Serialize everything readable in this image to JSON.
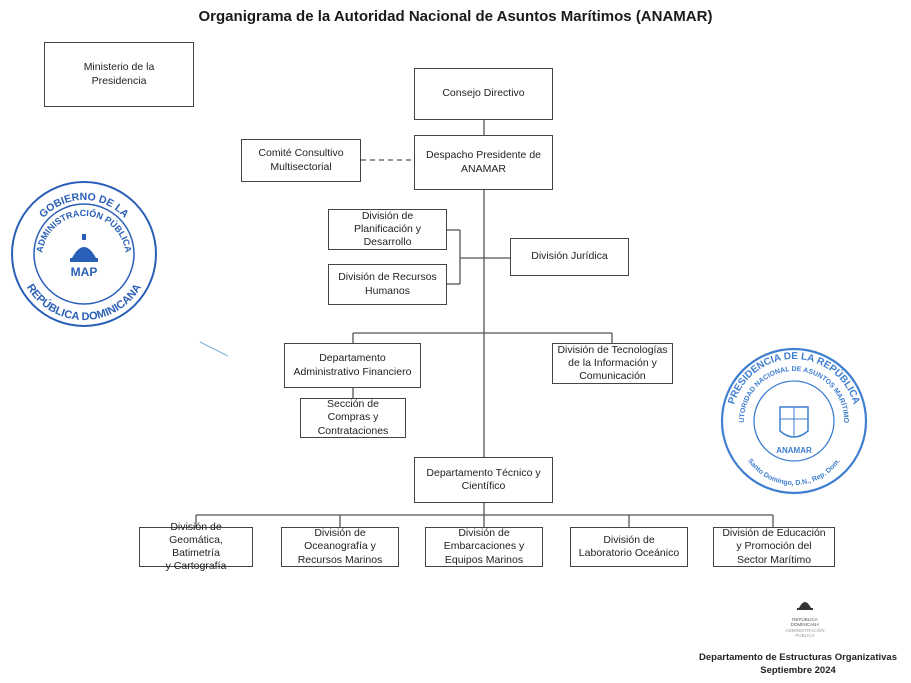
{
  "title": "Organigrama de la Autoridad Nacional de Asuntos Marítimos (ANAMAR)",
  "boxes": {
    "ministerio": "Ministerio de la\nPresidencia",
    "consejo": "Consejo Directivo",
    "comite": "Comité Consultivo\nMultisectorial",
    "despacho": "Despacho Presidente de\nANAMAR",
    "planificacion": "División de\nPlanificación y\nDesarrollo",
    "recursos_humanos": "División de Recursos\nHumanos",
    "juridica": "División Jurídica",
    "administrativo": "Departamento\nAdministrativo Financiero",
    "tecnologias": "División de Tecnologías\nde la Información y\nComunicación",
    "compras": "Sección de\nCompras y\nContrataciones",
    "tecnico": "Departamento Técnico y\nCientífico",
    "geomatica": "División de\nGeomática, Batimetría\ny Cartografía",
    "oceanografia": "División de\nOceanografía y\nRecursos Marinos",
    "embarcaciones": "División de\nEmbarcaciones y\nEquipos Marinos",
    "laboratorio": "División de\nLaboratorio Oceánico",
    "educacion": "División de Educación\ny Promoción del\nSector Marítimo"
  },
  "stamp_map": {
    "top": "GOBIERNO DE LA",
    "mid": "ADMINISTRACIÓN PÚBLICA",
    "bottom": "REPÚBLICA DOMINICANA",
    "center": "MAP"
  },
  "stamp_anamar": {
    "outer": "PRESIDENCIA DE LA REPÚBLICA",
    "inner": "AUTORIDAD NACIONAL DE ASUNTOS MARÍTIMOS",
    "center": "ANAMAR",
    "bottom": "Santo Domingo, D.N., Rep. Dom."
  },
  "logo_text": {
    "line1": "REPÚBLICA",
    "line2": "DOMINICANA",
    "line3": "ADMINISTRACIÓN",
    "line4": "PÚBLICA"
  },
  "footer": {
    "line1": "Departamento de Estructuras Organizativas",
    "line2": "Septiembre 2024"
  },
  "colors": {
    "stamp_blue": "#2a5fb8",
    "line": "#555555"
  }
}
